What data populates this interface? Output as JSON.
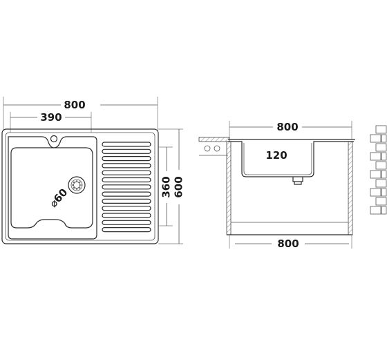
{
  "top_view": {
    "overall_width": "800",
    "bowl_width": "390",
    "bowl_depth": "360",
    "overall_depth": "600",
    "drain_diameter": "⌀60"
  },
  "side_view": {
    "top_width": "800",
    "bowl_depth": "120",
    "bottom_width": "800"
  }
}
